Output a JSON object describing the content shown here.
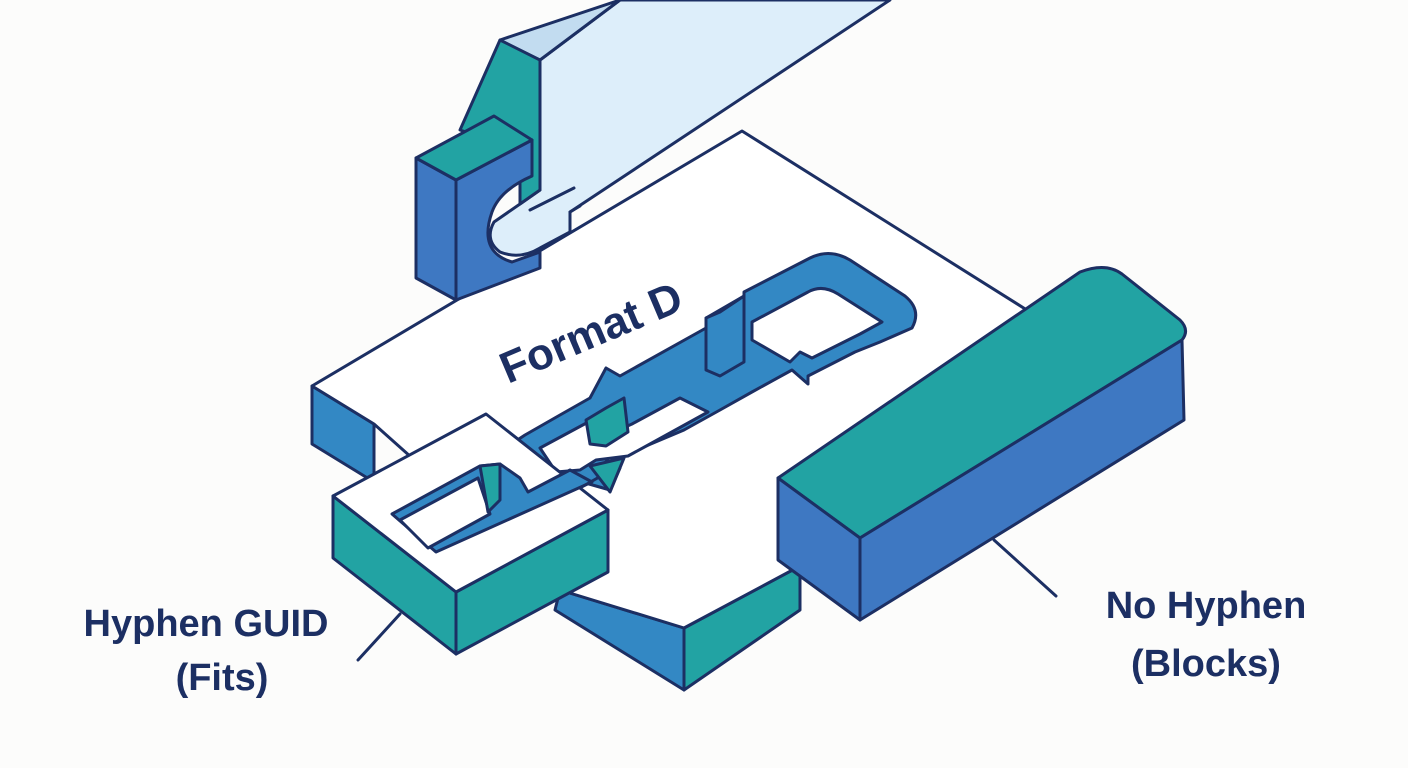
{
  "diagram": {
    "title": "Format D",
    "labels": {
      "fits_line1": "Hyphen GUID",
      "fits_line2": "(Fits)",
      "blocks_line1": "No Hyphen",
      "blocks_line2": "(Blocks)"
    },
    "colors": {
      "outline": "#1c2f63",
      "plate_top": "#ffffff",
      "plate_side": "#3388c4",
      "teal": "#22a3a3",
      "blue": "#3e78c2",
      "key_light": "#ddeefa",
      "key_light_side": "#c2dcf0",
      "groove": "#3388c4",
      "background": "#fcfcfb"
    }
  }
}
